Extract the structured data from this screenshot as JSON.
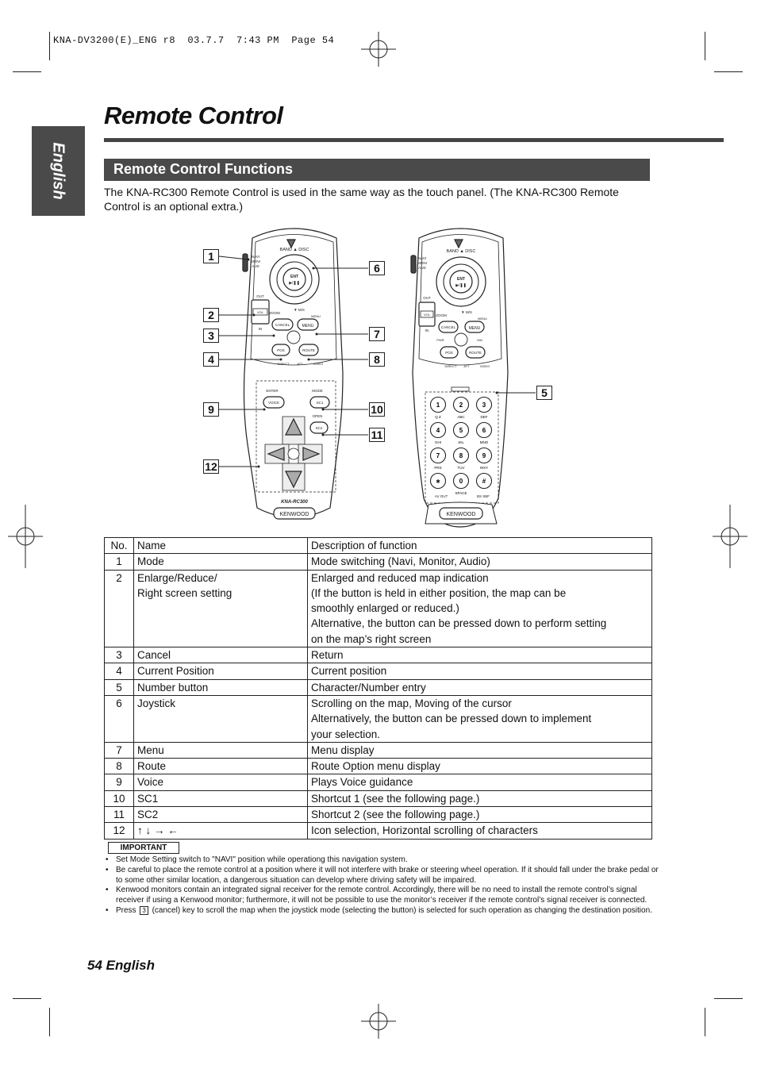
{
  "header": {
    "print_line": "KNA-DV3200(E)_ENG r8  03.7.7  7:43 PM  Page 54"
  },
  "page": {
    "title": "Remote Control",
    "side_tab": "English",
    "footer": "54 English"
  },
  "section": {
    "title": "Remote Control Functions",
    "intro": "The KNA-RC300 Remote Control is used in the same way as the touch panel.  (The KNA-RC300 Remote Control is an optional extra.)"
  },
  "figure": {
    "callouts": [
      "1",
      "2",
      "3",
      "4",
      "6",
      "7",
      "8",
      "9",
      "10",
      "11",
      "12",
      "5"
    ],
    "remote_labels": {
      "band_disc": "BAND ▲ DISC",
      "navi": "NAVI",
      "monitor": "MONI",
      "audio": "AUD",
      "ent": "ENT",
      "play": "▶/❚❚",
      "out": "OUT",
      "in": "IN",
      "vol": "VOL",
      "zoom": "ZOOM",
      "ms": "▼ M/S",
      "menu": "MENU",
      "cancel": "CANCEL",
      "pos": "POS",
      "route": "ROUTE",
      "direct": "DIRECT",
      "att": "ATT",
      "video": "VIDEO",
      "enter": "ENTER",
      "mode": "MODE",
      "voice": "VOICE",
      "sc1": "SC1",
      "open": "OPEN",
      "sc2": "SC2",
      "model": "KNA-RC300",
      "brand": "KENWOOD",
      "pwr": "PWR",
      "mic": "MIC",
      "av_out": "AV OUT",
      "bs_sbf": "BS SBF"
    },
    "keypad": [
      {
        "key": "1",
        "sub": "Q Z"
      },
      {
        "key": "2",
        "sub": "ABC"
      },
      {
        "key": "3",
        "sub": "DEF"
      },
      {
        "key": "4",
        "sub": "GHI"
      },
      {
        "key": "5",
        "sub": "JKL"
      },
      {
        "key": "6",
        "sub": "MNO"
      },
      {
        "key": "7",
        "sub": "PRS"
      },
      {
        "key": "8",
        "sub": "TUV"
      },
      {
        "key": "9",
        "sub": "WXY"
      },
      {
        "key": "∗",
        "sub": ""
      },
      {
        "key": "0",
        "sub": "SPACE"
      },
      {
        "key": "#",
        "sub": ""
      }
    ]
  },
  "table": {
    "headers": [
      "No.",
      "Name",
      "Description of function"
    ],
    "rows": [
      {
        "no": "1",
        "name": [
          "Mode"
        ],
        "desc": [
          "Mode switching (Navi, Monitor, Audio)"
        ]
      },
      {
        "no": "2",
        "name": [
          "Enlarge/Reduce/",
          "Right screen setting"
        ],
        "desc": [
          "Enlarged and reduced map indication",
          "(If the button is held in either position, the map can be",
          "smoothly enlarged or reduced.)",
          "Alternative, the button can be pressed down to perform setting",
          "on the map’s right screen"
        ]
      },
      {
        "no": "3",
        "name": [
          "Cancel"
        ],
        "desc": [
          "Return"
        ]
      },
      {
        "no": "4",
        "name": [
          "Current Position"
        ],
        "desc": [
          "Current position"
        ]
      },
      {
        "no": "5",
        "name": [
          "Number button"
        ],
        "desc": [
          "Character/Number entry"
        ]
      },
      {
        "no": "6",
        "name": [
          "Joystick"
        ],
        "desc": [
          "Scrolling on the map, Moving of the cursor",
          "Alternatively, the button can be pressed down to implement",
          "your selection."
        ]
      },
      {
        "no": "7",
        "name": [
          "Menu"
        ],
        "desc": [
          "Menu display"
        ]
      },
      {
        "no": "8",
        "name": [
          "Route"
        ],
        "desc": [
          "Route Option menu display"
        ]
      },
      {
        "no": "9",
        "name": [
          "Voice"
        ],
        "desc": [
          "Plays Voice guidance"
        ]
      },
      {
        "no": "10",
        "name": [
          "SC1"
        ],
        "desc": [
          "Shortcut 1 (see the following page.)"
        ]
      },
      {
        "no": "11",
        "name": [
          "SC2"
        ],
        "desc": [
          "Shortcut 2 (see the following page.)"
        ]
      },
      {
        "no": "12",
        "name": [
          "↑ ↓ → ←"
        ],
        "desc": [
          "Icon selection, Horizontal scrolling of characters"
        ]
      }
    ]
  },
  "important": {
    "label": "IMPORTANT",
    "notes": [
      "Set Mode Setting switch to \"NAVI\" position while operationg this navigation system.",
      "Be careful to place the remote control at a position where it will not interfere with brake or steering wheel operation.  If it should fall under the brake pedal or to some other similar location, a dangerous situation can develop where driving safety will be impaired.",
      "Kenwood monitors contain an integrated signal receiver for the remote control. Accordingly, there will be no need to install the remote control’s signal receiver if using a Kenwood monitor; furthermore, it will not be possible to use the monitor’s receiver if the remote control’s signal receiver is connected."
    ],
    "note4_before": "Press",
    "note4_key": "3",
    "note4_after": "(cancel) key to scroll the map when the joystick mode (selecting the button) is selected for such operation as changing the destination position."
  }
}
